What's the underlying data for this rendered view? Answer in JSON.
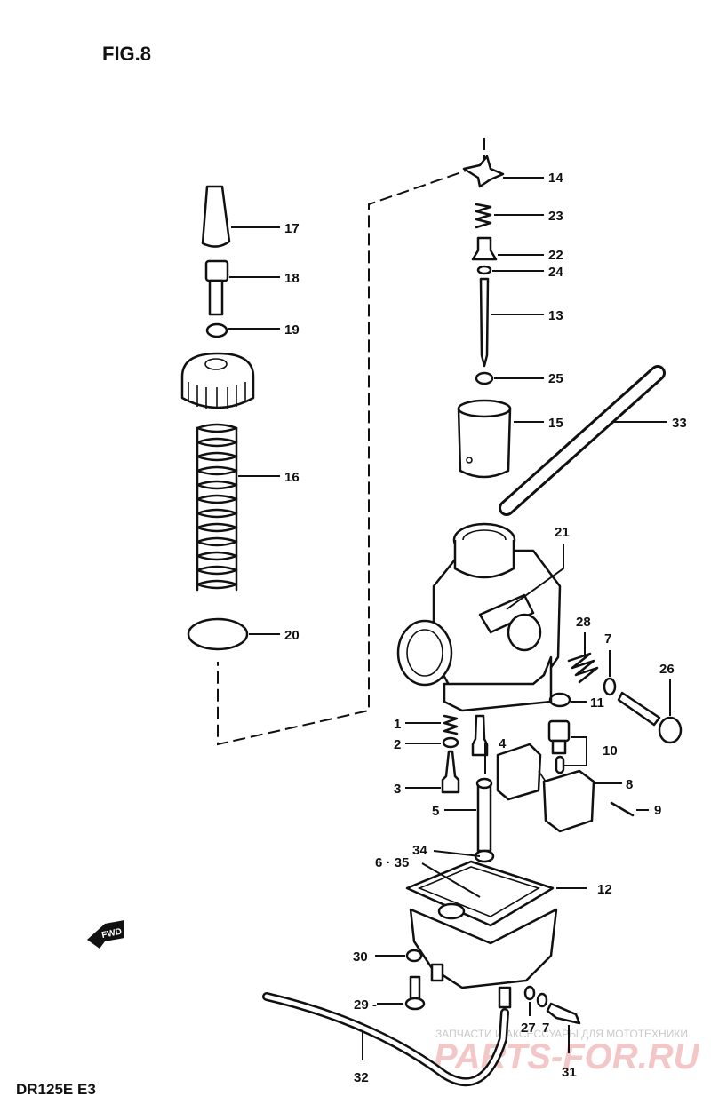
{
  "figure_title": "FIG.8",
  "model_code": "DR125E E3",
  "direction_badge": "FWD",
  "watermark": {
    "tagline": "ЗАПЧАСТИ И АКСЕССУАРЫ ДЛЯ МОТОТЕХНИКИ",
    "brand": "PARTS-FOR.RU"
  },
  "callouts": {
    "c1": "1",
    "c2": "2",
    "c3": "3",
    "c4": "4",
    "c5": "5",
    "c6_35": "6 · 35",
    "c7a": "7",
    "c7b": "7",
    "c8": "8",
    "c9": "9",
    "c10": "10",
    "c11": "11",
    "c12": "12",
    "c13": "13",
    "c14": "14",
    "c15": "15",
    "c16": "16",
    "c17": "17",
    "c18": "18",
    "c19": "19",
    "c20": "20",
    "c21": "21",
    "c22": "22",
    "c23": "23",
    "c24": "24",
    "c25": "25",
    "c26": "26",
    "c27": "27",
    "c28": "28",
    "c29": "29 -",
    "c30": "30",
    "c31": "31",
    "c32": "32",
    "c33": "33",
    "c34": "34"
  }
}
